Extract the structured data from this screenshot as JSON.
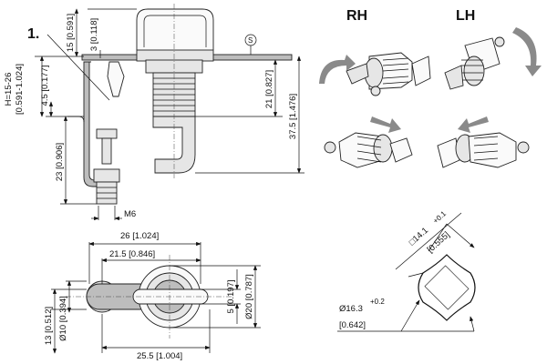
{
  "labels": {
    "callout": "1.",
    "rh": "RH",
    "lh": "LH"
  },
  "dims": {
    "h15": "15 [0.591]",
    "h3": "3 [0.118]",
    "h_range_a": "H=15-26",
    "h_range_b": "[0.591-1.024]",
    "h45": "4.5 [0.177]",
    "h21": "21 [0.827]",
    "h375": "37.5 [1.476]",
    "h23": "23 [0.906]",
    "m6": "M6",
    "s_symbol": "S",
    "w26": "26 [1.024]",
    "w215": "21.5 [0.846]",
    "h5": "5 [0.197]",
    "d20": "Ø20 [0.787]",
    "h13": "13 [0.512]",
    "d10": "Ø10 [0.394]",
    "w255": "25.5 [1.004]",
    "sq14": "□14.1",
    "sq14_tol": "+0.1",
    "sq14_in": "[0.555]",
    "d163": "Ø16.3",
    "d163_tol": "+0.2",
    "d163_in": "[0.642]"
  },
  "icons": {
    "rotation_arrow_rh": "curved-arrow-icon",
    "rotation_arrow_lh": "curved-arrow-icon",
    "push_arrow": "straight-arrow-icon"
  },
  "colors": {
    "line": "#111111",
    "part_fill": "#e6e6e6",
    "part_dark": "#bdbdbd",
    "motion_arrow": "#8a8a8a"
  }
}
